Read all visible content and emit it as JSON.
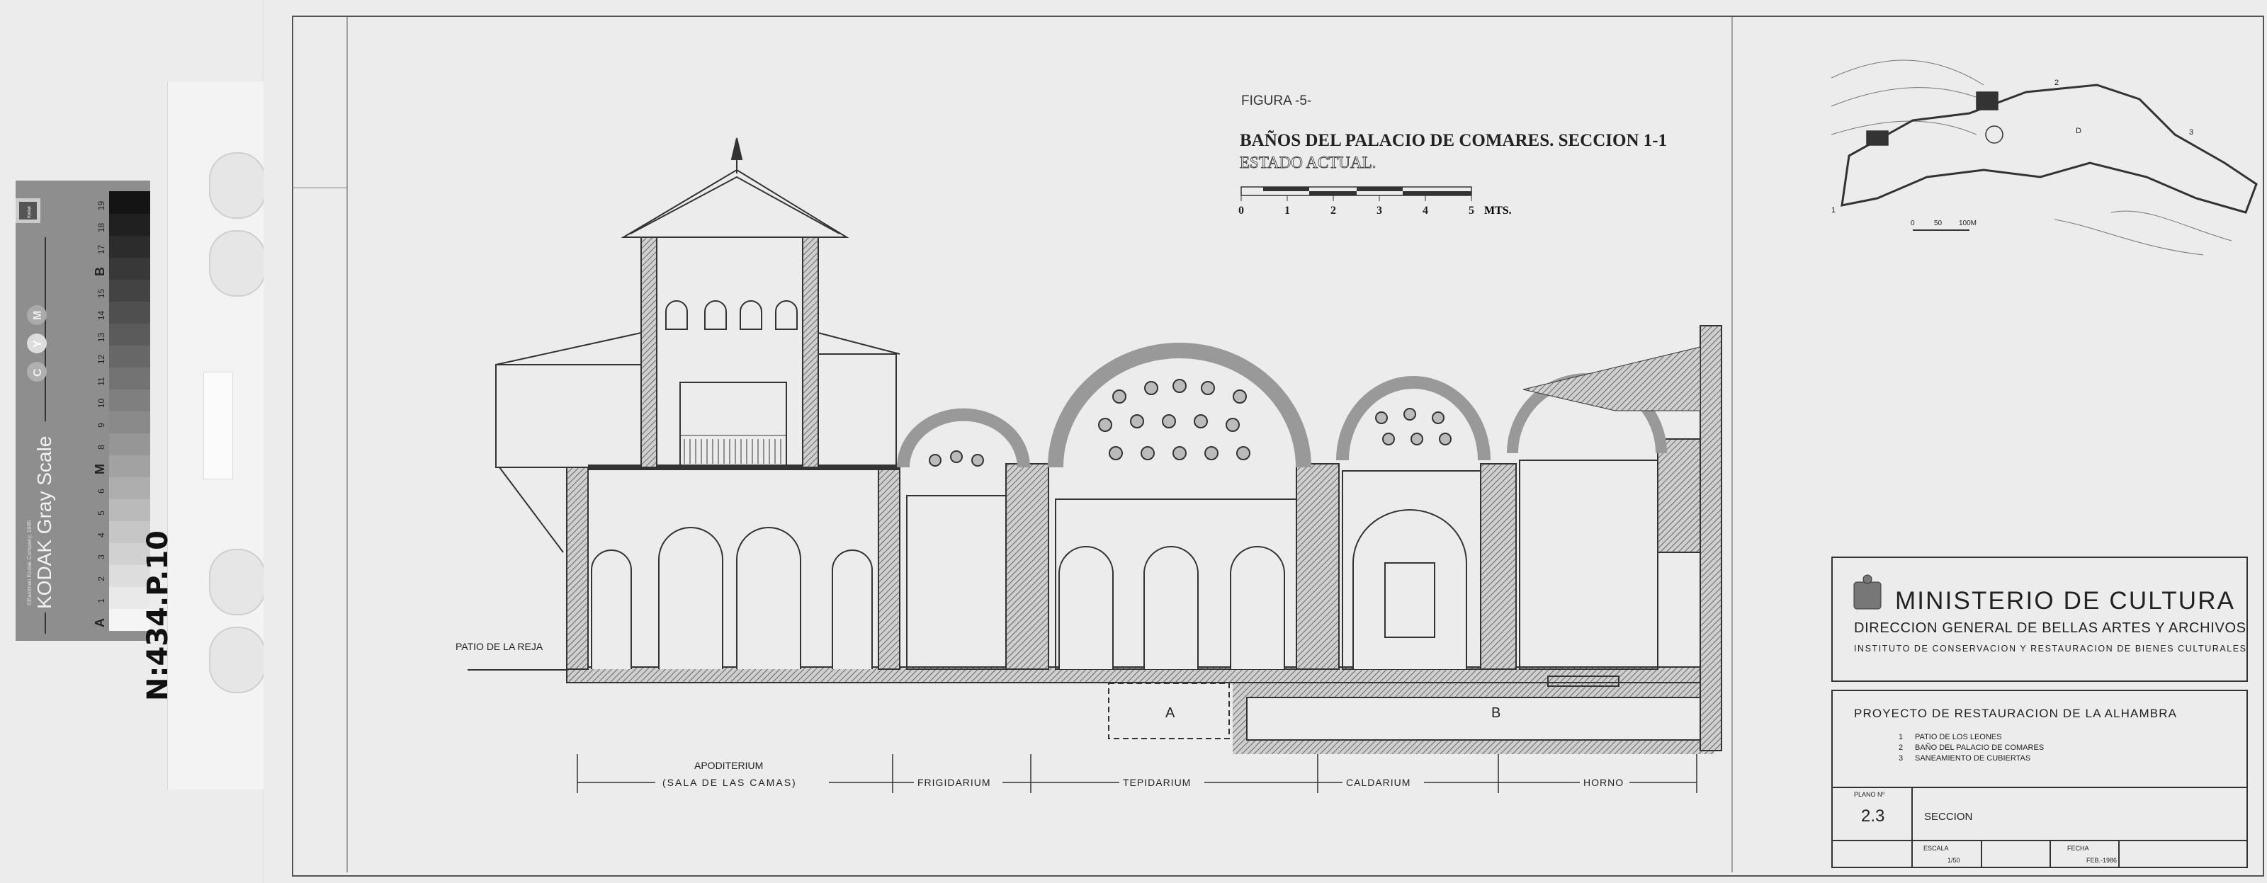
{
  "gray_scale_card": {
    "brand": "KODAK Gray Scale",
    "copyright": "©Eastman Kodak Company, 1995",
    "logo": "Kodak",
    "color_dots": [
      "C",
      "Y",
      "M"
    ],
    "patch_labels": [
      "A",
      "1",
      "2",
      "3",
      "4",
      "5",
      "6",
      "M",
      "8",
      "9",
      "10",
      "11",
      "12",
      "13",
      "14",
      "15",
      "B",
      "17",
      "18",
      "19"
    ]
  },
  "archive_ref": "N:434.P.10",
  "figure": {
    "label": "FIGURA -5-",
    "title": "BAÑOS DEL PALACIO DE COMARES. SECCION 1-1",
    "subtitle": "ESTADO ACTUAL.",
    "scale_labels": [
      "0",
      "1",
      "2",
      "3",
      "4",
      "5"
    ],
    "scale_unit": "MTS."
  },
  "drawing": {
    "patio_label": "PATIO DE LA REJA",
    "zone_a": "A",
    "zone_b": "B",
    "rooms": [
      {
        "name": "APODITERIUM",
        "sub": "(SALA DE LAS CAMAS)"
      },
      {
        "name": "FRIGIDARIUM"
      },
      {
        "name": "TEPIDARIUM"
      },
      {
        "name": "CALDARIUM"
      },
      {
        "name": "HORNO"
      }
    ]
  },
  "site_map": {
    "markers": [
      "1",
      "2",
      "3"
    ],
    "scale_labels": [
      "0",
      "50",
      "100M"
    ],
    "zone_label": "D"
  },
  "title_block": {
    "ministry": "MINISTERIO DE CULTURA",
    "direction": "DIRECCION GENERAL DE BELLAS ARTES Y ARCHIVOS",
    "institute": "INSTITUTO DE CONSERVACION Y RESTAURACION DE BIENES CULTURALES",
    "project": "PROYECTO DE RESTAURACION DE LA ALHAMBRA",
    "items": [
      {
        "num": "1",
        "text": "PATIO DE LOS LEONES"
      },
      {
        "num": "2",
        "text": "BAÑO DEL PALACIO DE COMARES"
      },
      {
        "num": "3",
        "text": "SANEAMIENTO DE CUBIERTAS"
      }
    ],
    "plano_label": "PLANO Nº",
    "plano_value": "2.3",
    "sheet_title": "SECCION",
    "escala_label": "ESCALA",
    "escala_value": "1/50",
    "fecha_label": "FECHA",
    "fecha_value": "FEB.-1986"
  }
}
